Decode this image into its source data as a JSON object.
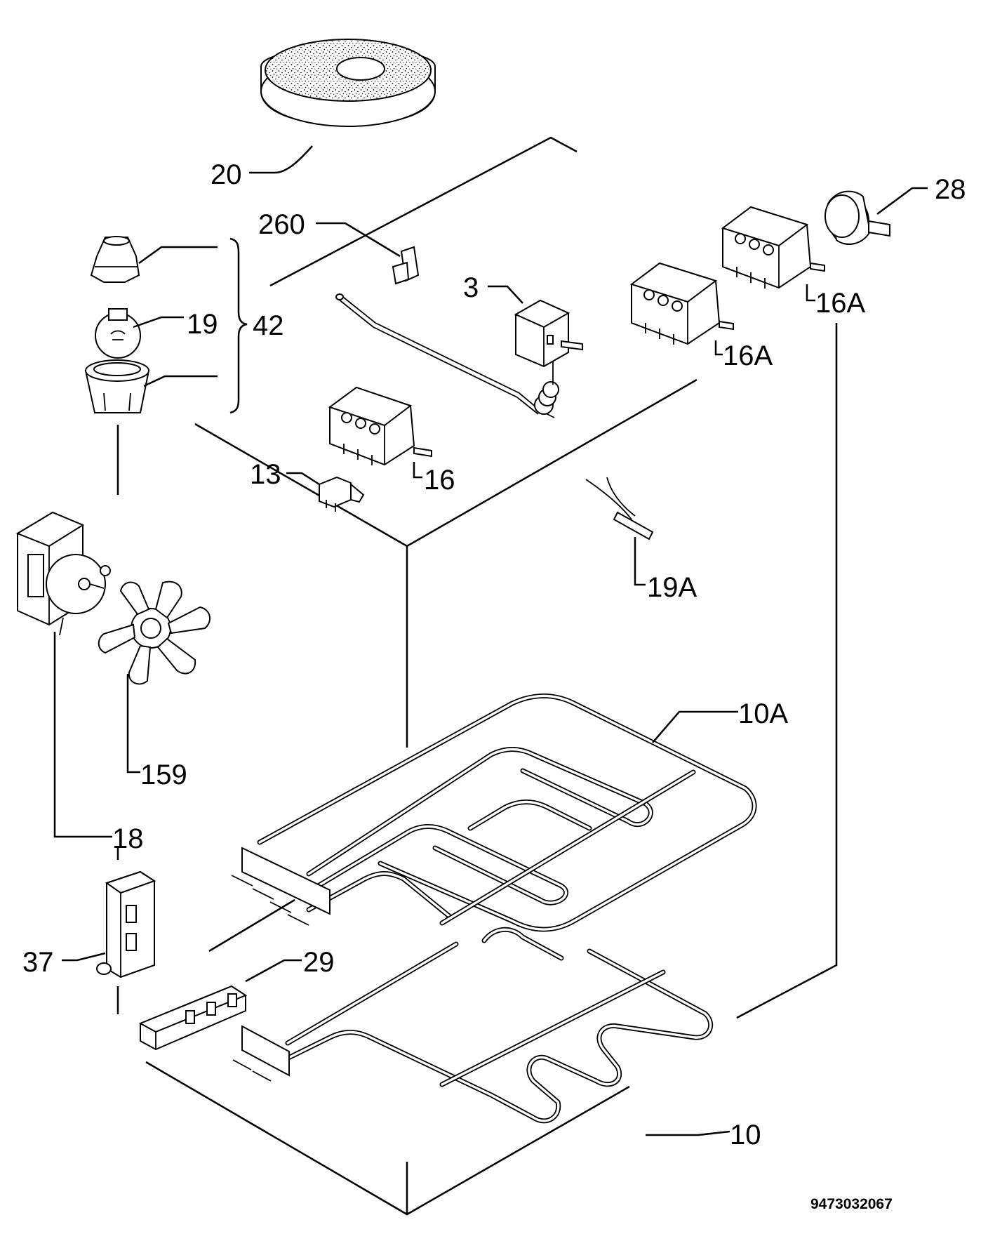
{
  "labels": {
    "p20": "20",
    "p260": "260",
    "p28": "28",
    "p3": "3",
    "p19": "19",
    "p42": "42",
    "p16a_upper": "16A",
    "p16a_lower": "16A",
    "p16": "16",
    "p13": "13",
    "p19a": "19A",
    "p10a": "10A",
    "p159": "159",
    "p18": "18",
    "p37": "37",
    "p29": "29",
    "p10": "10"
  },
  "document_number": "9473032067"
}
